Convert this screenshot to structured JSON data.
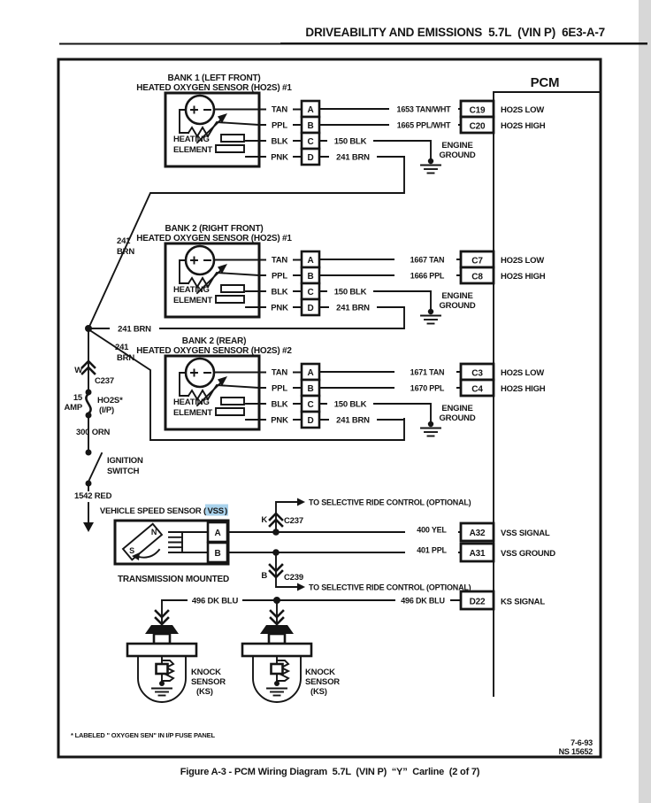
{
  "header": {
    "title": "DRIVEABILITY AND EMISSIONS  5.7L  (VIN P)  6E3-A-7"
  },
  "pcm": {
    "label": "PCM"
  },
  "sensors": [
    {
      "title1": "BANK 1 (LEFT FRONT)",
      "title2": "HEATED OXYGEN SENSOR (HO2S) #1",
      "heating": [
        "HEATING",
        "ELEMENT"
      ],
      "pins": [
        "A",
        "B",
        "C",
        "D"
      ],
      "pin_wires": [
        "TAN",
        "PPL",
        "BLK",
        "PNK"
      ],
      "ground_wire": "150 BLK",
      "heater_wire": "241 BRN",
      "engine_ground": [
        "ENGINE",
        "GROUND"
      ],
      "low": {
        "wire": "1653 TAN/WHT",
        "terminal": "C19",
        "function": "HO2S LOW"
      },
      "high": {
        "wire": "1665 PPL/WHT",
        "terminal": "C20",
        "function": "HO2S HIGH"
      }
    },
    {
      "title1": "BANK 2 (RIGHT FRONT)",
      "title2": "HEATED OXYGEN SENSOR (HO2S) #1",
      "heating": [
        "HEATING",
        "ELEMENT"
      ],
      "pins": [
        "A",
        "B",
        "C",
        "D"
      ],
      "pin_wires": [
        "TAN",
        "PPL",
        "BLK",
        "PNK"
      ],
      "ground_wire": "150 BLK",
      "heater_wire": "241 BRN",
      "engine_ground": [
        "ENGINE",
        "GROUND"
      ],
      "low": {
        "wire": "1667 TAN",
        "terminal": "C7",
        "function": "HO2S LOW"
      },
      "high": {
        "wire": "1666 PPL",
        "terminal": "C8",
        "function": "HO2S HIGH"
      }
    },
    {
      "title1": "BANK 2 (REAR)",
      "title2": "HEATED OXYGEN SENSOR (HO2S) #2",
      "heating": [
        "HEATING",
        "ELEMENT"
      ],
      "pins": [
        "A",
        "B",
        "C",
        "D"
      ],
      "pin_wires": [
        "TAN",
        "PPL",
        "BLK",
        "PNK"
      ],
      "ground_wire": "150 BLK",
      "heater_wire": "241 BRN",
      "engine_ground": [
        "ENGINE",
        "GROUND"
      ],
      "low": {
        "wire": "1671 TAN",
        "terminal": "C3",
        "function": "HO2S LOW"
      },
      "high": {
        "wire": "1670 PPL",
        "terminal": "C4",
        "function": "HO2S HIGH"
      }
    }
  ],
  "feed": {
    "branch_label": "241 BRN",
    "diag1": [
      "241",
      "BRN"
    ],
    "diag2": [
      "241",
      "BRN"
    ],
    "conn_w": {
      "pin": "W",
      "connector": "C237"
    },
    "fuse": {
      "amps": [
        "15",
        "AMP"
      ],
      "name": [
        "HO2S*",
        "(I/P)"
      ]
    },
    "wire_orn": "300 ORN",
    "switch": [
      "IGNITION",
      "SWITCH"
    ],
    "wire_red": "1542 RED"
  },
  "vss": {
    "title_pre": "VEHICLE SPEED SENSOR (",
    "title_hl": "VSS",
    "title_post": ")",
    "mounted": "TRANSMISSION MOUNTED",
    "pins": [
      "A",
      "B"
    ],
    "magnet": [
      "N",
      "S"
    ],
    "branch_top": {
      "pin": "K",
      "connector": "C237",
      "dest": "TO SELECTIVE RIDE CONTROL (OPTIONAL)"
    },
    "branch_bottom": {
      "pin": "B",
      "connector": "C239",
      "dest": "TO SELECTIVE RIDE CONTROL (OPTIONAL)"
    },
    "signal": {
      "wire": "400 YEL",
      "terminal": "A32",
      "function": "VSS SIGNAL"
    },
    "ground": {
      "wire": "401 PPL",
      "terminal": "A31",
      "function": "VSS GROUND"
    }
  },
  "knock": {
    "wire_left": "496 DK BLU",
    "wire_right": "496 DK BLU",
    "terminal": "D22",
    "function": "KS SIGNAL",
    "sensor1": [
      "KNOCK",
      "SENSOR",
      "(KS)"
    ],
    "sensor2": [
      "KNOCK",
      "SENSOR",
      "(KS)"
    ]
  },
  "footer": {
    "note": "* LABELED \" OXYGEN SEN\" IN I/P FUSE PANEL",
    "date": "7-6-93",
    "doc": "NS 15652",
    "caption": "Figure A-3 - PCM Wiring Diagram  5.7L  (VIN P)  “Y”  Carline  (2 of 7)"
  },
  "colors": {
    "ink": "#151515",
    "paper": "#ffffff",
    "hl": "#a9d2ec",
    "edge": "#d7d7d7"
  }
}
